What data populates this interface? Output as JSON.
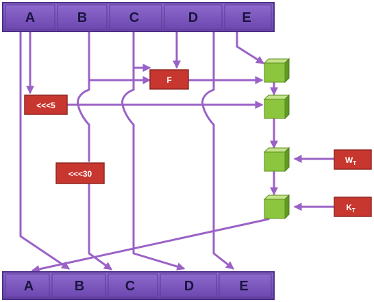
{
  "top_registers": [
    "A",
    "B",
    "C",
    "D",
    "E"
  ],
  "bottom_registers": [
    "A",
    "B",
    "C",
    "D",
    "E"
  ],
  "function_box": "F",
  "rotate_5": "<<<5",
  "rotate_30": "<<<30",
  "word_input": {
    "main": "W",
    "sub": "T"
  },
  "constant_input": {
    "main": "K",
    "sub": "T"
  },
  "colors": {
    "register_fill": "#7a55bd",
    "register_edge": "#4b2f86",
    "wire": "#9a62c6",
    "red_box": "#c8372f",
    "adder": "#8cc63f"
  }
}
